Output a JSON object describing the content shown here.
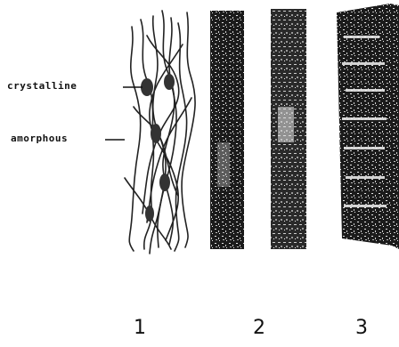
{
  "labels": {
    "crystalline": "crystalline",
    "amorphous": "amorphous"
  },
  "panels": [
    {
      "number": "1"
    },
    {
      "number": "2"
    },
    {
      "number": "3"
    }
  ]
}
